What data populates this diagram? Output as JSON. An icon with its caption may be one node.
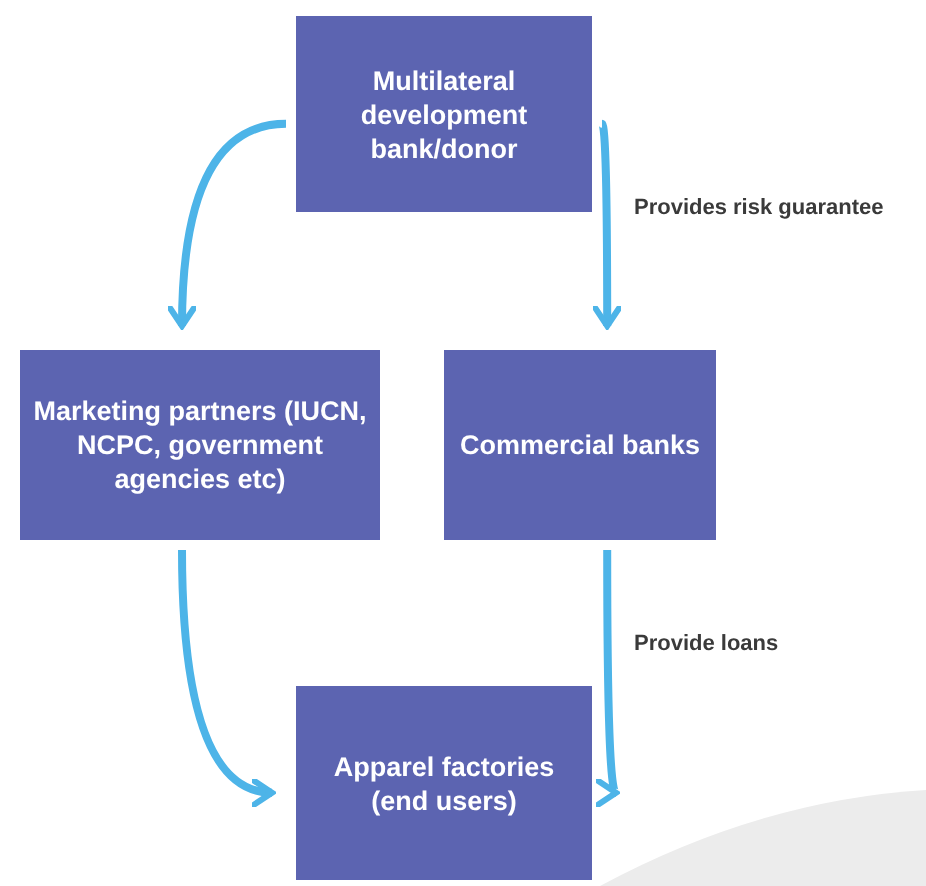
{
  "diagram": {
    "nodes": [
      {
        "text": [
          "Multilateral development bank/donor"
        ]
      },
      {
        "text": [
          "Marketing partners (IUCN, NCPC, government agencies etc)"
        ]
      },
      {
        "text": [
          "Commercial banks"
        ]
      },
      {
        "text": [
          "Apparel factories (end users)"
        ]
      }
    ],
    "edges": [
      {
        "from": 0,
        "to": 1,
        "arrow": "to"
      },
      {
        "from": 0,
        "to": 2,
        "arrow": "to",
        "label": "Provides risk guarantee"
      },
      {
        "from": 1,
        "to": 3,
        "arrow": "to"
      },
      {
        "from": 2,
        "to": 3,
        "arrow": "to",
        "label": "Provide loans"
      }
    ]
  }
}
